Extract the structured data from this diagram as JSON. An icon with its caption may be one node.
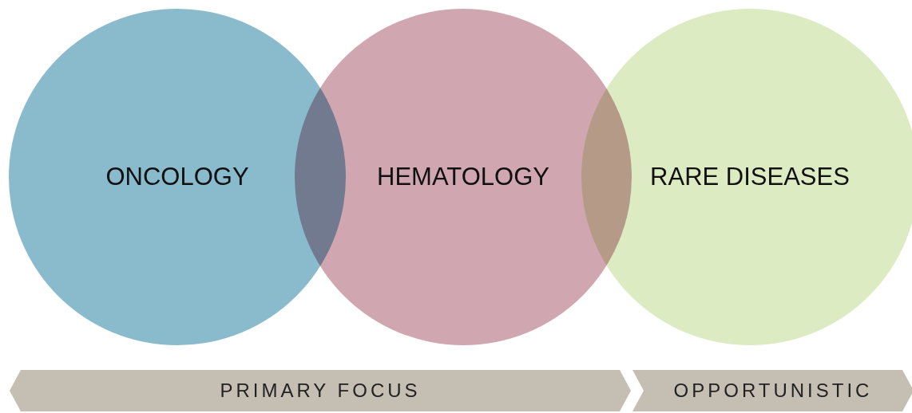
{
  "diagram": {
    "nodes": [
      {
        "text": [
          "ONCOLOGY"
        ]
      },
      {
        "text": [
          "HEMATOLOGY"
        ]
      },
      {
        "text": [
          "RARE DISEASES"
        ]
      },
      {
        "text": [
          "PRIMARY FOCUS"
        ]
      },
      {
        "text": [
          "OPPORTUNISTIC"
        ]
      }
    ]
  }
}
